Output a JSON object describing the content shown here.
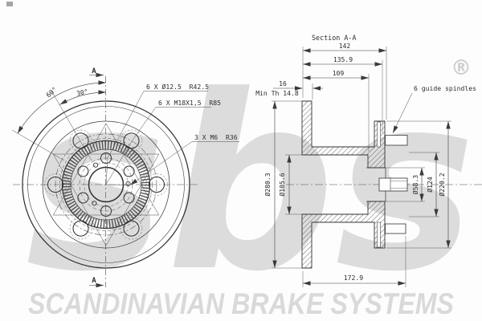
{
  "watermark": {
    "logo_text": "sbs",
    "registered_mark": "®",
    "banner_text": "SCANDINAVIAN BRAKE SYSTEMS",
    "logo_color": "#d7d7d7",
    "banner_color": "#d9d9d9",
    "line_color": "#3a3a3a"
  },
  "front_view": {
    "section_arrow_top": "A",
    "section_arrow_bottom": "A",
    "angle_outer": "60°",
    "angle_inner": "30°",
    "callout_bolt_holes": "6 X Ø12.5  R42.5",
    "callout_thread_holes": "6 X M18X1,5  R85",
    "callout_m6_holes": "3 X M6  R36"
  },
  "section_view": {
    "title": "Section A-A",
    "note_guide_spindles": "6 guide spindles",
    "dim_total_width": "142",
    "dim_width_135": "135.9",
    "dim_width_109": "109",
    "dim_disc_thickness": "16",
    "dim_min_thickness": "Min Th 14.8",
    "dim_overall_length": "172.9",
    "dim_outer_diameter": "Ø280.3",
    "dim_hat_diameter": "Ø105.6",
    "dim_bore_diameter": "Ø58.3",
    "dim_pitch_diameter": "Ø124",
    "dim_flange_diameter": "Ø220.2"
  }
}
